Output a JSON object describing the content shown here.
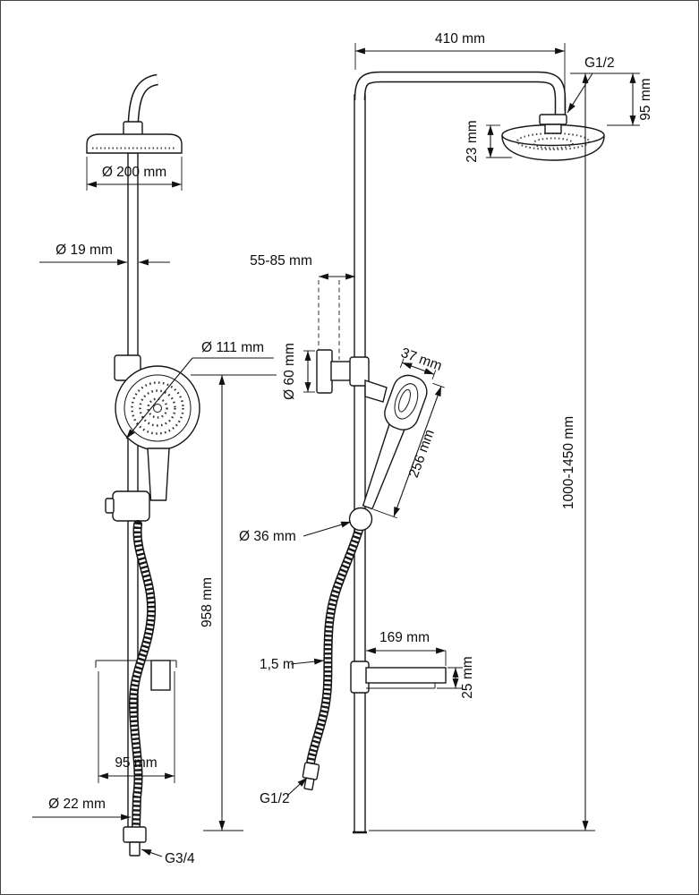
{
  "drawing_title": "shower-system-technical-drawing",
  "dims": {
    "d410": "410 mm",
    "g12_top": "G1/2",
    "d95_head": "95 mm",
    "d23": "23 mm",
    "d200": "Ø 200 mm",
    "d19": "Ø 19 mm",
    "d55_85": "55-85 mm",
    "d111": "Ø 111 mm",
    "d60": "Ø 60 mm",
    "d37": "37 mm",
    "d256": "256 mm",
    "d36": "Ø 36 mm",
    "d958": "958 mm",
    "d1000_1450": "1000-1450 mm",
    "d169": "169 mm",
    "d25": "25 mm",
    "hose_len": "1,5 m",
    "d95_shelf": "95 mm",
    "d22": "Ø 22 mm",
    "g12_bottom": "G1/2",
    "g34": "G3/4"
  }
}
